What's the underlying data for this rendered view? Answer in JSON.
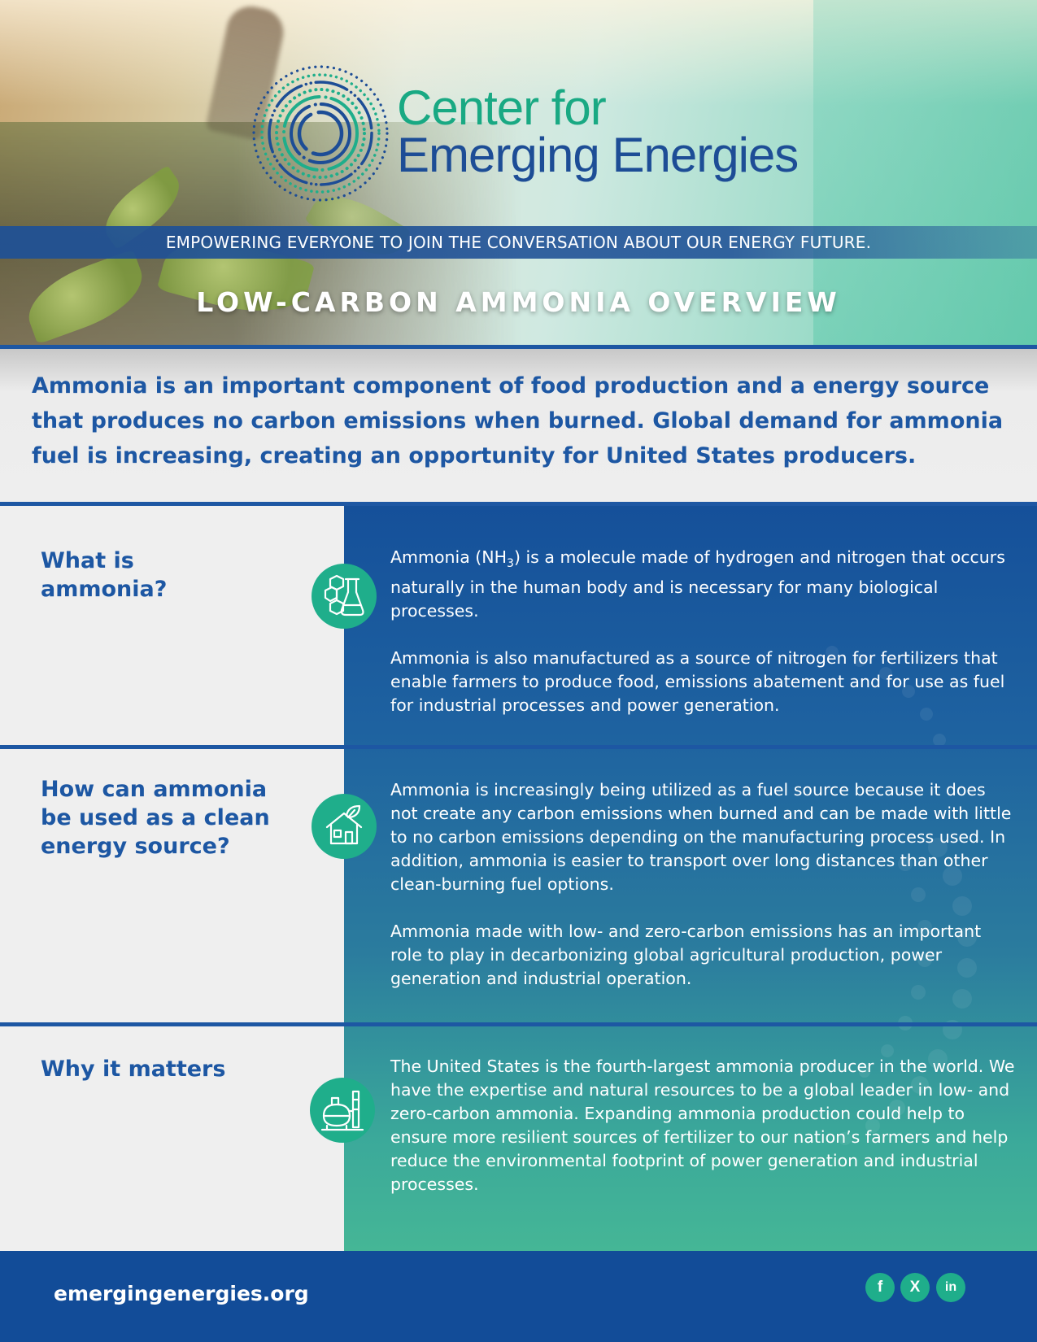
{
  "brand": {
    "line1": "Center for",
    "line2": "Emerging Energies",
    "tagline": "EMPOWERING EVERYONE TO JOIN THE CONVERSATION ABOUT OUR ENERGY FUTURE.",
    "logo_icon": "concentric-dotted-circles-logo"
  },
  "hero": {
    "title": "LOW-CARBON AMMONIA OVERVIEW"
  },
  "intro": {
    "text": "Ammonia is an important component of food production and a energy source that produces no carbon emissions when burned. Global demand for ammonia fuel is increasing, creating an opportunity for United States producers."
  },
  "sections": [
    {
      "heading_line1": "What is",
      "heading_line2": "ammonia?",
      "icon": "molecule-flask-icon",
      "body_p1_pre": "Ammonia (NH",
      "body_p1_sub": "3",
      "body_p1_post": ") is a molecule made of hydrogen and nitrogen that occurs naturally in the human body and is necessary for many biological processes.",
      "body_p2": "Ammonia is also manufactured as a source of nitrogen for fertilizers that enable farmers to produce food, emissions abatement and for use as fuel for industrial processes and power generation."
    },
    {
      "heading_line1": "How can ammonia",
      "heading_line2": "be used as a clean",
      "heading_line3": "energy source?",
      "icon": "eco-house-leaf-icon",
      "body_p1": "Ammonia is increasingly being utilized as a fuel source because it does not create any carbon emissions when burned and can be made with little to no carbon emissions depending on the manufacturing process used. In addition, ammonia is easier to transport over long distances than other clean-burning fuel options.",
      "body_p2": "Ammonia made with low- and zero-carbon emissions has an important role to play in decarbonizing global agricultural production, power generation and industrial operation."
    },
    {
      "heading_line1": "Why it matters",
      "icon": "industrial-plant-icon",
      "body_p1": "The United States is the fourth-largest ammonia producer in the world. We have the expertise and natural resources to be a global leader in low- and zero-carbon ammonia. Expanding ammonia production could help to ensure more resilient sources of fertilizer to our nation’s farmers and help reduce the environmental footprint of power generation and industrial processes."
    }
  ],
  "footer": {
    "website": "emergingenergies.org",
    "social": [
      {
        "icon": "facebook-icon",
        "glyph": "f"
      },
      {
        "icon": "x-icon",
        "glyph": "X"
      },
      {
        "icon": "linkedin-icon",
        "glyph": "in"
      }
    ]
  },
  "colors": {
    "brand_blue": "#1d57a3",
    "brand_teal": "#1fae8b",
    "footer_blue": "#124c98"
  }
}
